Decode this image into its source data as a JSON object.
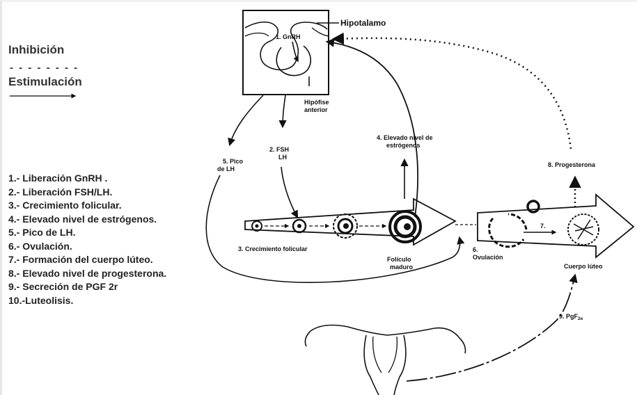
{
  "legend": {
    "inhibition": "Inhibición",
    "dashes": "- - - - - - - -",
    "stimulation": "Estimulación"
  },
  "steps": [
    "1.- Liberación GnRH .",
    "2.- Liberación FSH/LH.",
    "3.- Crecimiento folicular.",
    "4.- Elevado nivel de estrógenos.",
    "5.- Pico de LH.",
    "6.- Ovulación.",
    "7.- Formación del cuerpo lúteo.",
    "8.- Elevado nivel de progesterona.",
    "9.- Secreción de PGF 2r",
    "10.-Luteolisis."
  ],
  "diagram": {
    "hypothalamus": "Hipotalamo",
    "gnrh": "1. GnRH",
    "pituitary_1": "Hipófise",
    "pituitary_2": "anterior",
    "fsh_1": "2. FSH",
    "fsh_2": "LH",
    "estrogen_1": "4. Elevado nivel de",
    "estrogen_2": "estrógenos",
    "lh_peak_1": "5. Pico",
    "lh_peak_2": "de LH",
    "follicular_growth": "3. Crecimiento folicular",
    "mature_1": "Folículo",
    "mature_2": "maduro",
    "ovulation_1": "6.",
    "ovulation_2": "Ovulación",
    "step7": "7.",
    "progesterone": "8. Progesterona",
    "corpus_luteum": "Cuerpo lúteo",
    "pgf_main": "9. PgF",
    "pgf_sub": "2α"
  }
}
